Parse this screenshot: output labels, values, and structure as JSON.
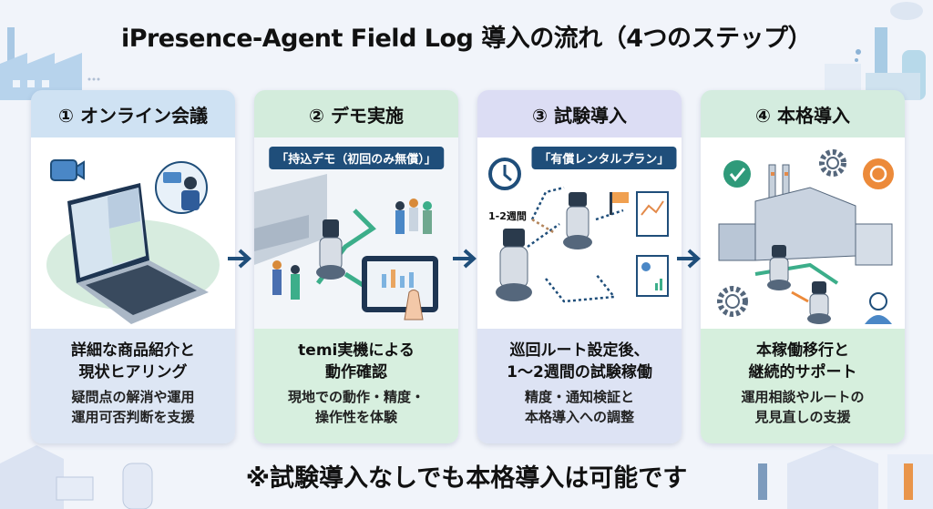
{
  "title": "iPresence-Agent Field Log 導入の流れ（4つのステップ）",
  "steps": [
    {
      "number": "①",
      "heading": "① オンライン会議",
      "illustration": "laptop-video-conference-illustration",
      "main_text": [
        "詳細な商品紹介と",
        "現状ヒアリング"
      ],
      "sub_text": [
        "疑問点の解消や運用",
        "運用可否判断を支援"
      ]
    },
    {
      "number": "②",
      "heading": "② デモ実施",
      "badge": "「持込デモ（初回のみ無償）」",
      "illustration": "factory-robot-demo-illustration",
      "main_text": [
        "temi実機による",
        "動作確認"
      ],
      "sub_text": [
        "現地での動作・精度・",
        "操作性を体験"
      ]
    },
    {
      "number": "③",
      "heading": "③ 試験導入",
      "badge": "「有償レンタルプラン」",
      "duration_label": "1-2週間",
      "illustration": "robot-route-trial-illustration",
      "main_text": [
        "巡回ルート設定後、",
        "1〜2週間の試験稼働"
      ],
      "sub_text": [
        "精度・通知検証と",
        "本格導入への調整"
      ]
    },
    {
      "number": "④",
      "heading": "④ 本格導入",
      "illustration": "factory-full-deployment-illustration",
      "main_text": [
        "本稼働移行と",
        "継続的サポート"
      ],
      "sub_text": [
        "運用相談やルートの",
        "見見直しの支援"
      ]
    }
  ],
  "footer_note": "※試験導入なしでも本格導入は可能です",
  "colors": {
    "background": "#f1f4fa",
    "arrow": "#1f4e7a",
    "badge": "#1f4e7a",
    "step1_header": "#cfe2f3",
    "step2_header": "#d3ecdc",
    "step3_header": "#dcddf4",
    "step4_header": "#d4ecdf"
  }
}
